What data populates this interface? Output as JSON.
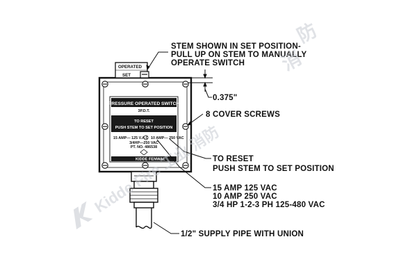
{
  "callouts": {
    "stem_note_line1": "STEM SHOWN IN SET POSITION-",
    "stem_note_line2": "PULL UP ON STEM TO MANUALLY",
    "stem_note_line3": "OPERATE SWITCH",
    "dimension": "0.375\"",
    "cover_screws": "8 COVER SCREWS",
    "reset_line1": "TO RESET",
    "reset_line2": "PUSH STEM TO SET POSITION",
    "rating_line1": "15 AMP 125 VAC",
    "rating_line2": "10 AMP 250 VAC",
    "rating_line3": "3/4 HP 1-2-3 PH 125-480 VAC",
    "supply_pipe": "1/2\" SUPPLY PIPE WITH UNION"
  },
  "stem_block": {
    "operated_label": "OPERATED",
    "set_label": "SET"
  },
  "nameplate": {
    "title": "PRESSURE OPERATED SWITCH",
    "subtitle": "3P.D.T.",
    "reset_line1": "TO RESET",
    "reset_line2": "PUSH STEM TO SET POSITION",
    "rating_left": "15 AMP— 125 V.A.C",
    "rating_right": "10 AMP— 250 VAC",
    "rating_hp": "3/4HP—250 VAC",
    "part_no": "PT. NO. 486538",
    "maker": "KIDDE FENWAL"
  },
  "watermark": {
    "text": "Kidde Fire 工业 消防",
    "chars": [
      "消",
      "防"
    ]
  },
  "colors": {
    "line": "#111111",
    "plate_dark": "#1a1a1a",
    "watermark": "#c8ccd2"
  }
}
